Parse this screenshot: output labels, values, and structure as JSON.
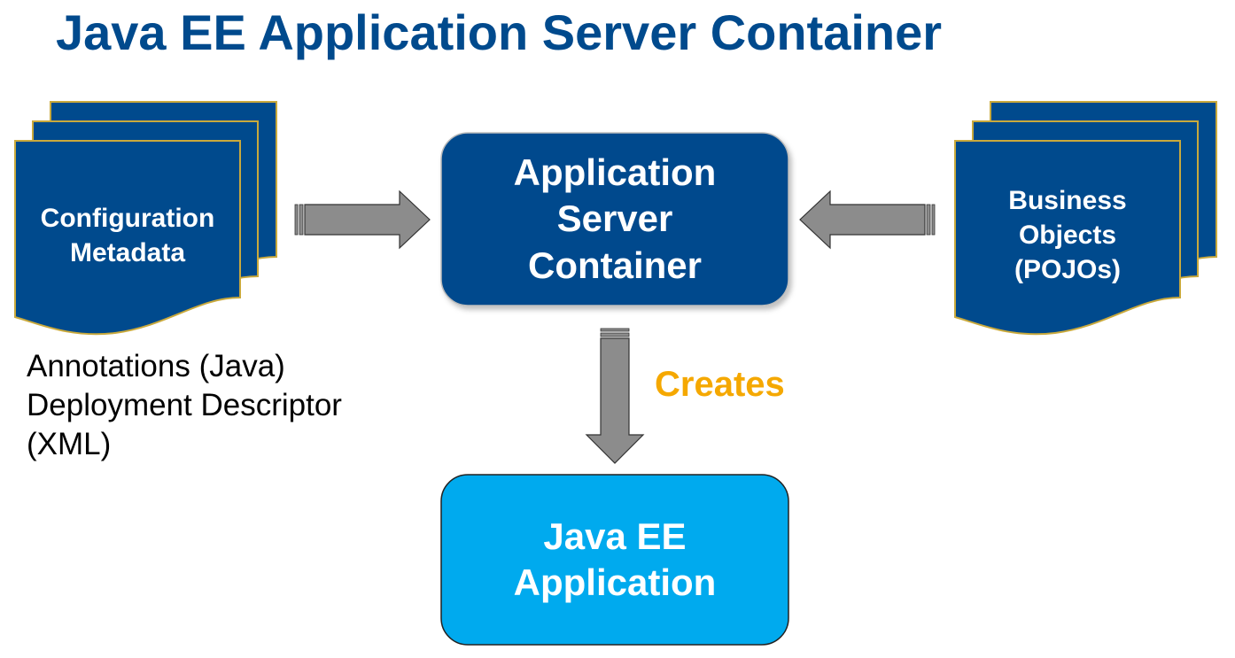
{
  "title": "Java EE Application Server Container",
  "config_doc": {
    "lines": [
      "Configuration",
      "Metadata"
    ]
  },
  "business_doc": {
    "lines": [
      "Business",
      "Objects",
      "(POJOs)"
    ]
  },
  "server_container": {
    "lines": [
      "Application",
      "Server",
      "Container"
    ]
  },
  "java_app": {
    "lines": [
      "Java EE",
      "Application"
    ]
  },
  "config_notes": [
    "Annotations (Java)",
    "Deployment Descriptor",
    "(XML)"
  ],
  "creates_label": "Creates",
  "colors": {
    "title": "#004A8D",
    "dark_box": "#004A8D",
    "light_box": "#00AAEE",
    "doc_fill": "#004A8D",
    "doc_border": "#C9A93C",
    "arrow": "#8C8C8C",
    "creates": "#F5A800"
  }
}
